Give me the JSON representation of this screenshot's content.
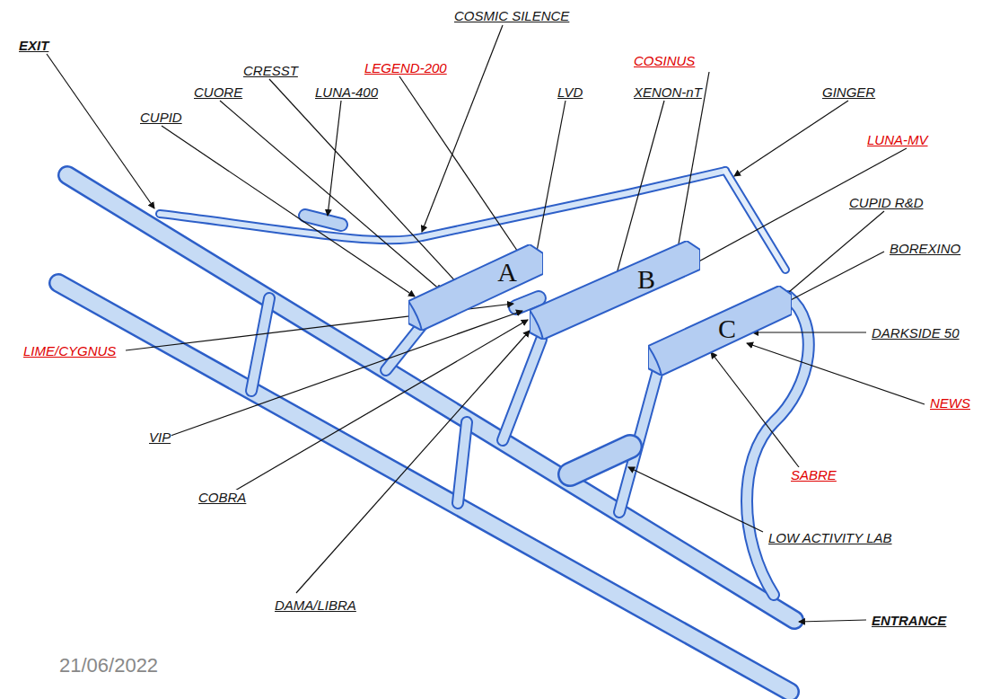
{
  "diagram": {
    "nodes": [
      {
        "text": [
          "A"
        ]
      },
      {
        "text": [
          "B"
        ]
      },
      {
        "text": [
          "C"
        ]
      }
    ],
    "labels": [
      "EXIT",
      "CUPID",
      "CUORE",
      "CRESST",
      "LUNA-400",
      "LEGEND-200",
      "LVD",
      "COSMIC SILENCE",
      "XENON-nT",
      "COSINUS",
      "GINGER",
      "LUNA-MV",
      "CUPID R&D",
      "BOREXINO",
      "DARKSIDE 50",
      "NEWS",
      "SABRE",
      "LOW ACTIVITY LAB",
      "ENTRANCE",
      "DAMA/LIBRA",
      "COBRA",
      "VIP",
      "LIME/CYGNUS",
      "21/06/2022"
    ]
  }
}
